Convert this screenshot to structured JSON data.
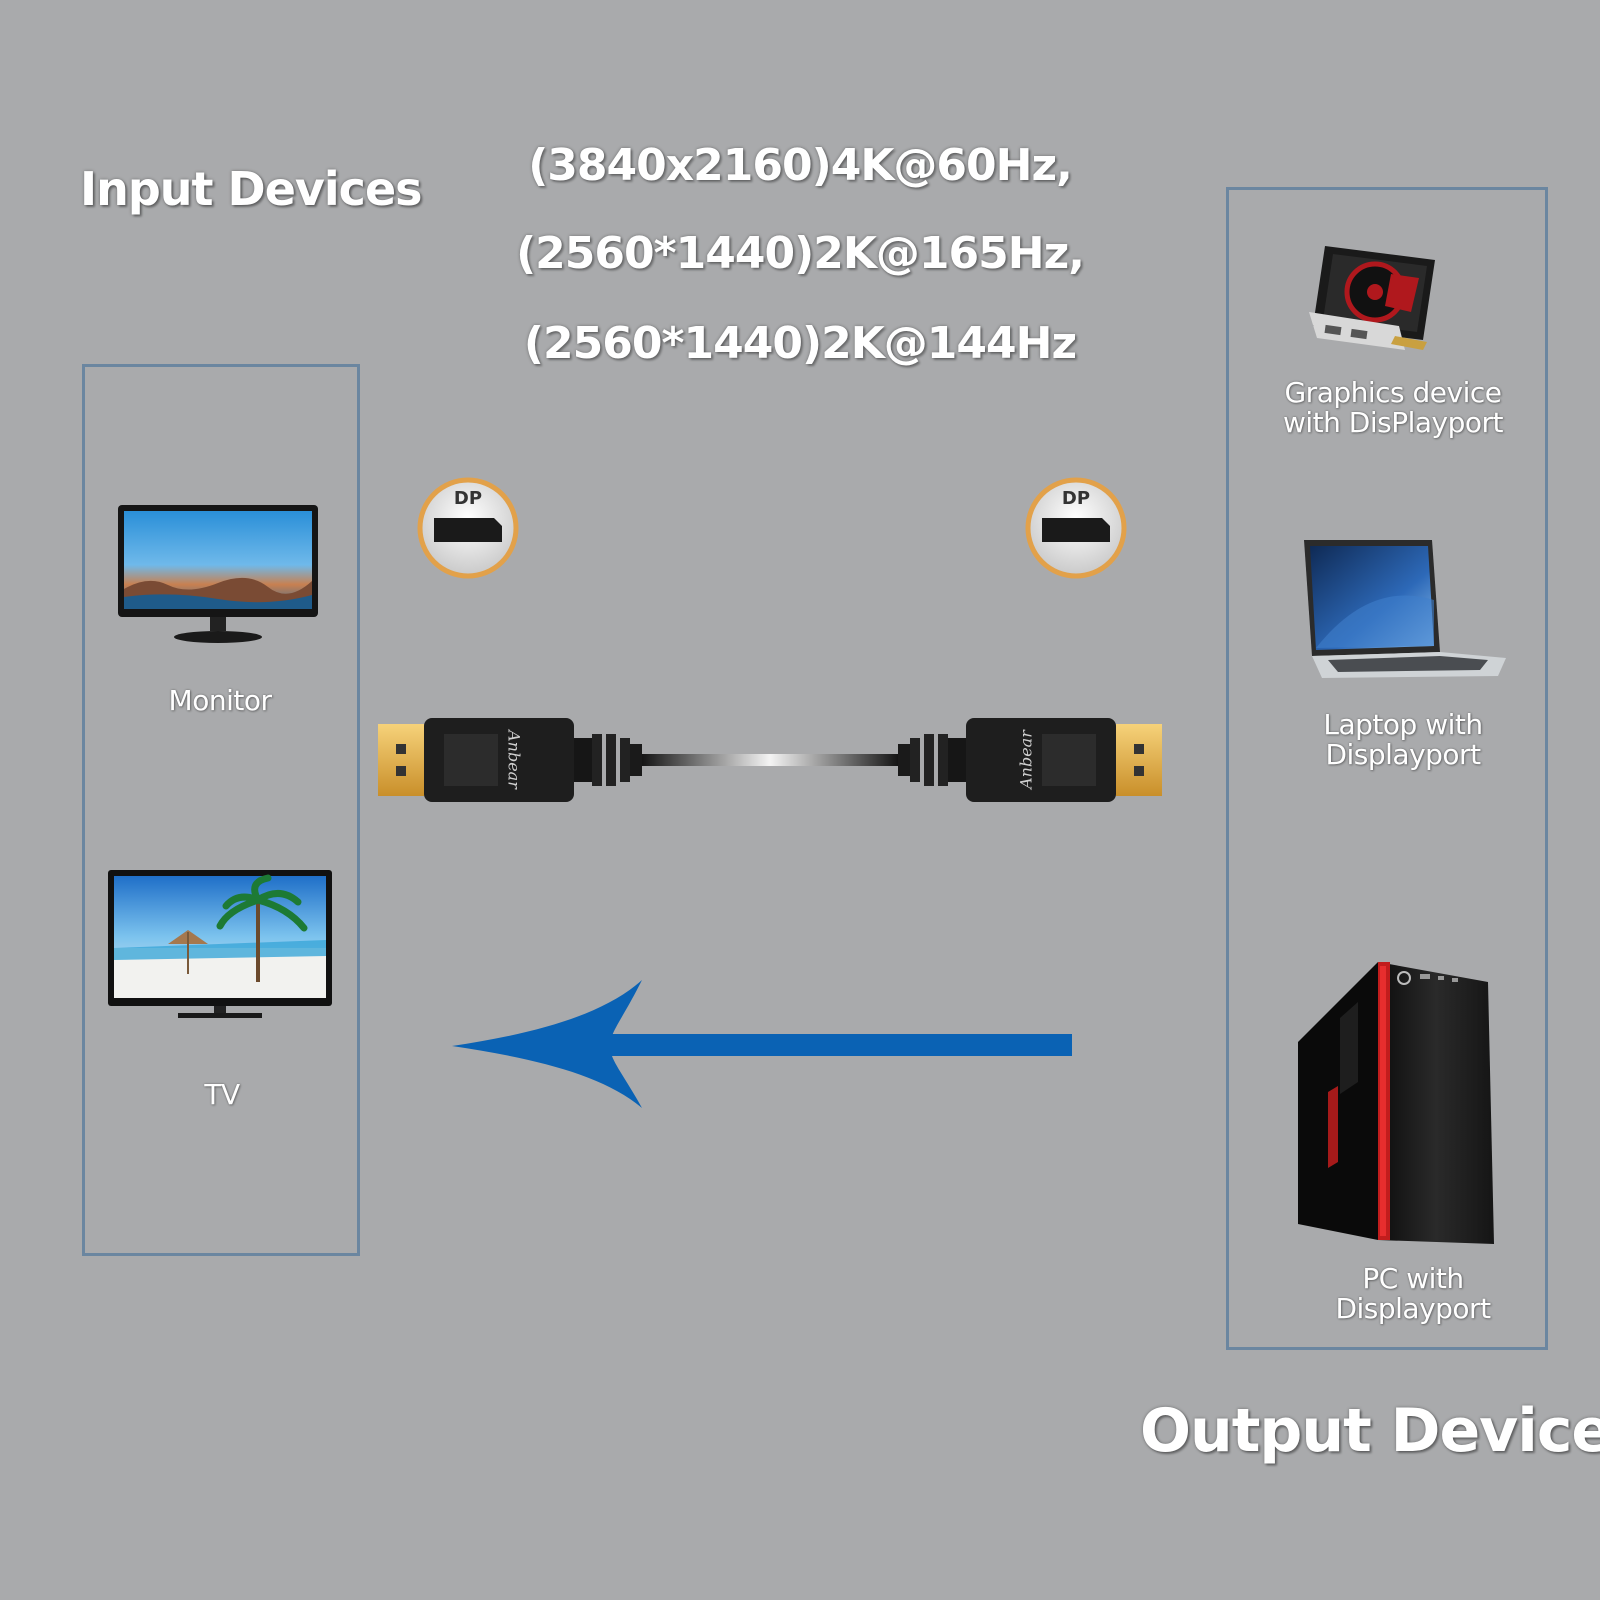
{
  "headings": {
    "input": "Input Devices",
    "output": "Output Devices"
  },
  "specs": [
    "(3840x2160)4K@60Hz,",
    "(2560*1440)2K@165Hz,",
    "(2560*1440)2K@144Hz"
  ],
  "input_devices": [
    {
      "label": "Monitor",
      "icon": "monitor-icon"
    },
    {
      "label": "TV",
      "icon": "tv-icon"
    }
  ],
  "output_devices": [
    {
      "label_lines": [
        "Graphics device",
        "with  DisPlayport"
      ],
      "icon": "graphics-card-icon"
    },
    {
      "label_lines": [
        "Laptop with",
        "Displayport"
      ],
      "icon": "laptop-icon"
    },
    {
      "label_lines": [
        "PC with",
        "Displayport"
      ],
      "icon": "pc-tower-icon"
    }
  ],
  "port_badges": [
    "DP",
    "DP"
  ],
  "cable": {
    "brand": "Anbear"
  },
  "colors": {
    "background": "#a9aaac",
    "panel_border": "#6b86a0",
    "arrow": "#0a62b4",
    "badge_ring": "#e2a14a",
    "connector_gold": "#e8b84a"
  }
}
